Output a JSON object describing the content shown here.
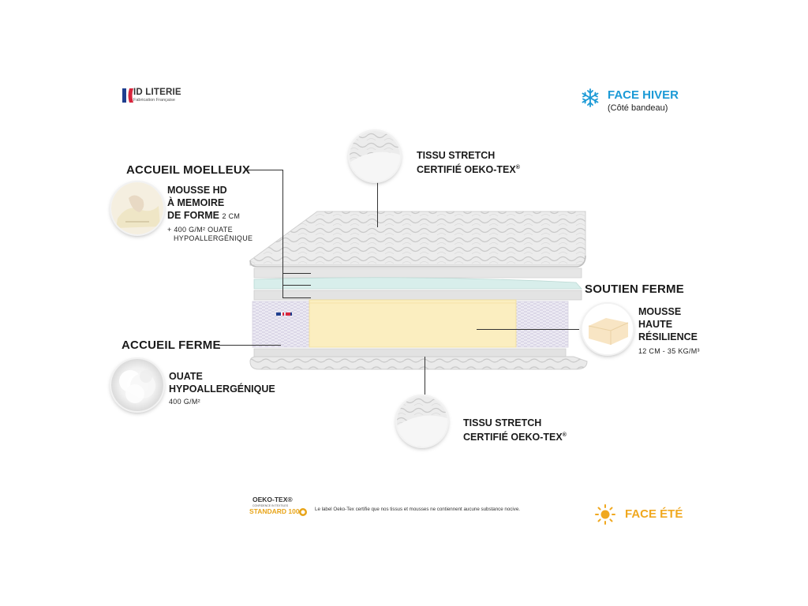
{
  "brand": {
    "name": "ID LITERIE",
    "tagline": "Fabrication Française"
  },
  "face_hiver": {
    "title": "FACE HIVER",
    "subtitle": "(Côté bandeau)"
  },
  "face_ete": {
    "title": "FACE ÉTÉ"
  },
  "tissu_top": {
    "line1": "TISSU STRETCH",
    "line2": "CERTIFIÉ OEKO-TEX",
    "reg": "®"
  },
  "tissu_bottom": {
    "line1": "TISSU STRETCH",
    "line2": "CERTIFIÉ OEKO-TEX",
    "reg": "®"
  },
  "accueil_moelleux": {
    "heading": "ACCUEIL MOELLEUX",
    "line1": "MOUSSE HD",
    "line2": "À MEMOIRE",
    "line3": "DE FORME",
    "size": "2 CM",
    "extra1": "+ 400 G/M² OUATE",
    "extra2": "HYPOALLERGÉNIQUE"
  },
  "accueil_ferme": {
    "heading": "ACCUEIL FERME",
    "line1": "OUATE",
    "line2": "HYPOALLERGÉNIQUE",
    "detail": "400 G/M²"
  },
  "soutien_ferme": {
    "heading": "SOUTIEN FERME",
    "line1": "MOUSSE",
    "line2": "HAUTE",
    "line3": "RÉSILIENCE",
    "detail": "12 CM - 35 KG/M³"
  },
  "oeko_tex": {
    "logo_top": "OEKO-TEX®",
    "logo_mid": "CONFIDENCE IN TEXTILES",
    "logo_bottom": "STANDARD 100",
    "note": "Le label Oeko-Tex certifie que nos tissus et mousses ne contiennent aucune substance nocive."
  },
  "colors": {
    "hiver_blue": "#1b9ad6",
    "ete_orange": "#f0a81f",
    "foam_yellow": "#fbeec0",
    "gel_blue": "#d8eeeb",
    "text_dark": "#1a1a1a",
    "oeko_orange": "#e8a418"
  },
  "icons": [
    "snowflake-icon",
    "sun-icon",
    "flag-icon",
    "oeko-tex-badge-icon"
  ]
}
